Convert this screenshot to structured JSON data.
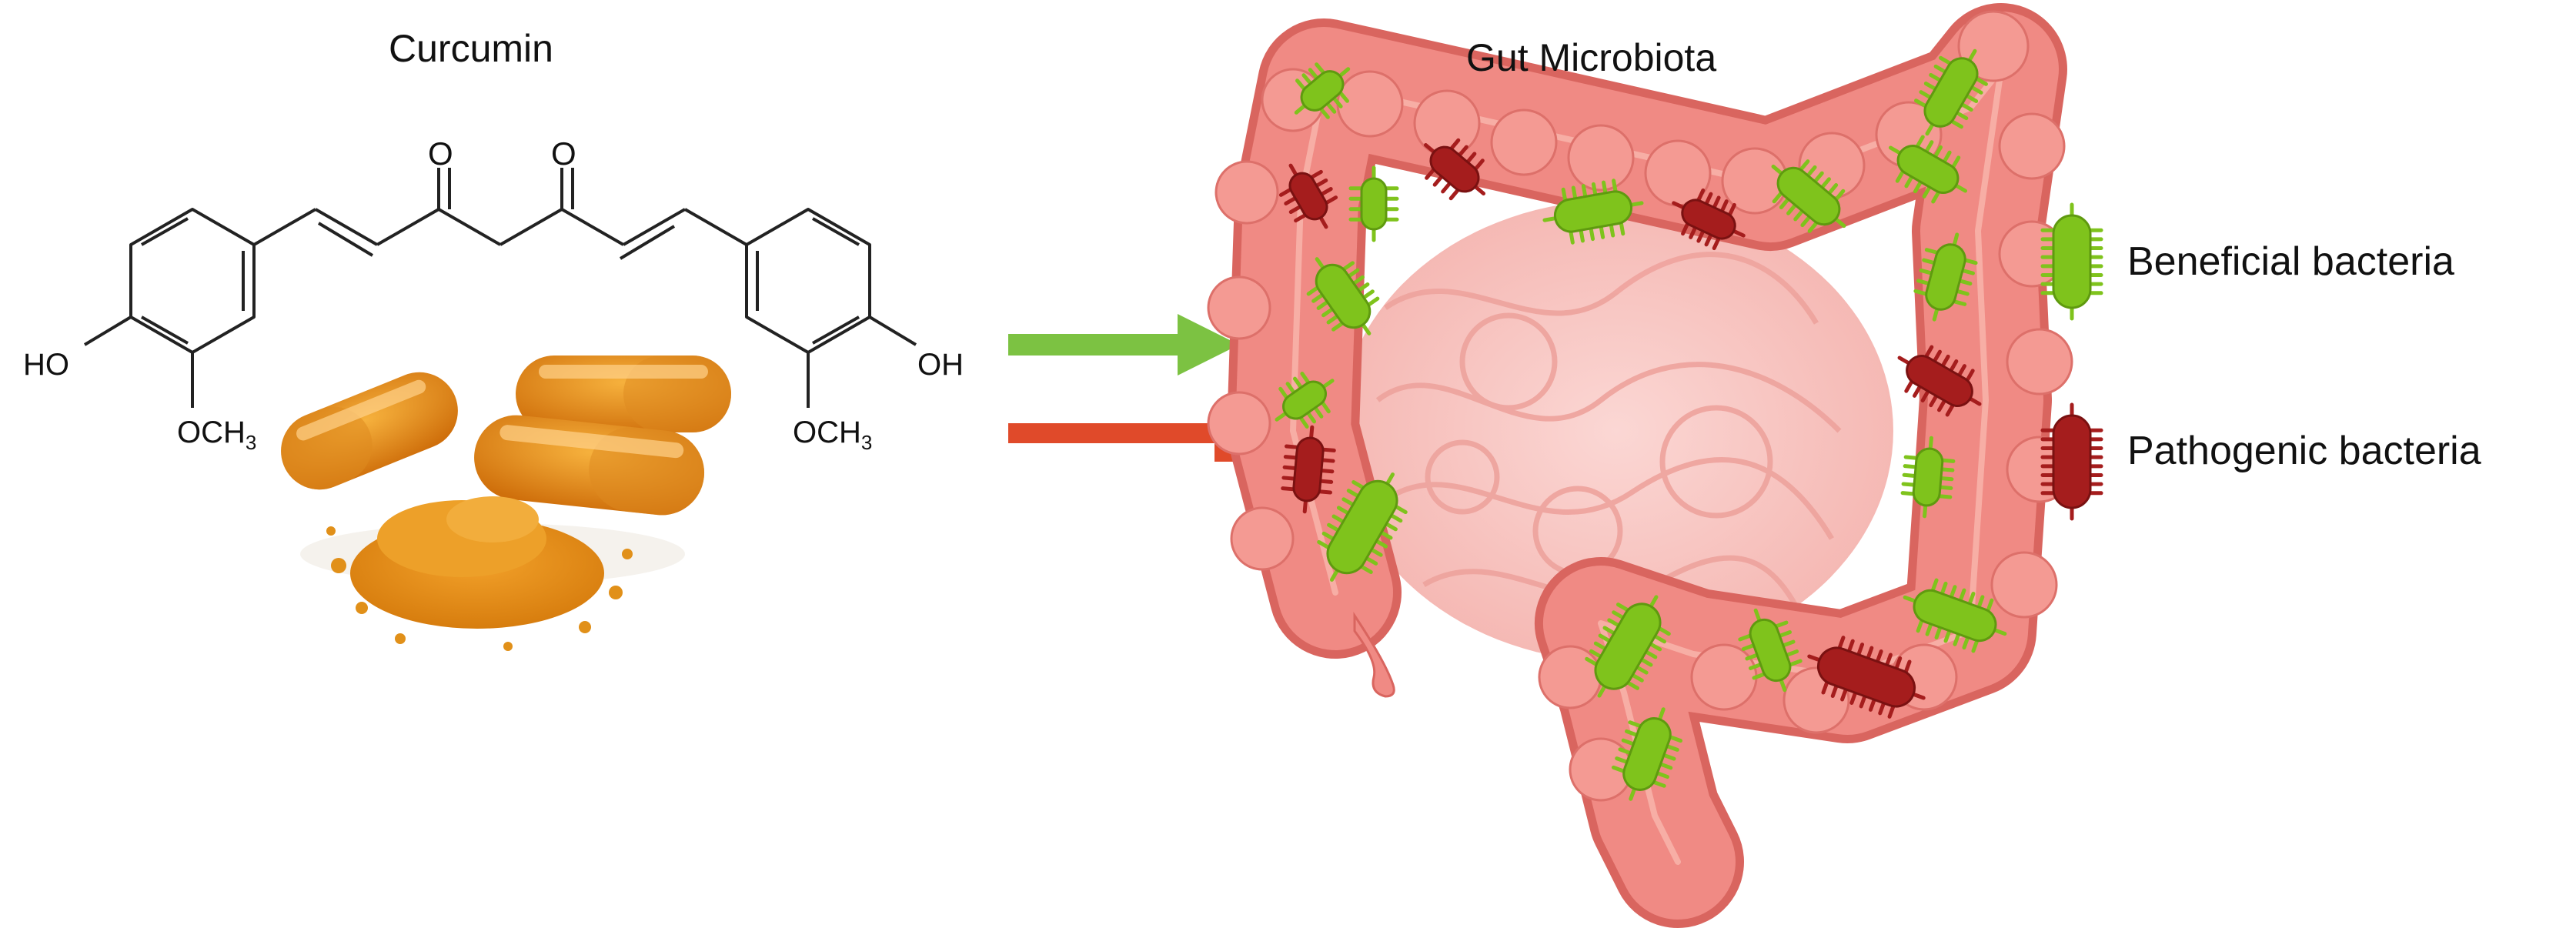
{
  "curcumin": {
    "title": "Curcumin",
    "molecule": {
      "carbonyl_left": "O",
      "carbonyl_right": "O",
      "hydroxyl_left": "HO",
      "hydroxyl_right": "OH",
      "methoxy_left": "OCH",
      "methoxy_right": "OCH",
      "methoxy_subscript": "3"
    }
  },
  "gut": {
    "title": "Gut Microbiota"
  },
  "relations": [
    {
      "type": "promotes",
      "color": "#7cc242"
    },
    {
      "type": "inhibits",
      "color": "#e04a2a"
    }
  ],
  "legend": {
    "beneficial": {
      "label": "Beneficial bacteria",
      "color": "#7fc31c"
    },
    "pathogenic": {
      "label": "Pathogenic bacteria",
      "color": "#a51d1d"
    }
  },
  "colors": {
    "colon": "#f08a84",
    "colon_dark": "#d9655f",
    "small_intestine": "#f9c9c6",
    "turmeric": "#e8951c"
  }
}
